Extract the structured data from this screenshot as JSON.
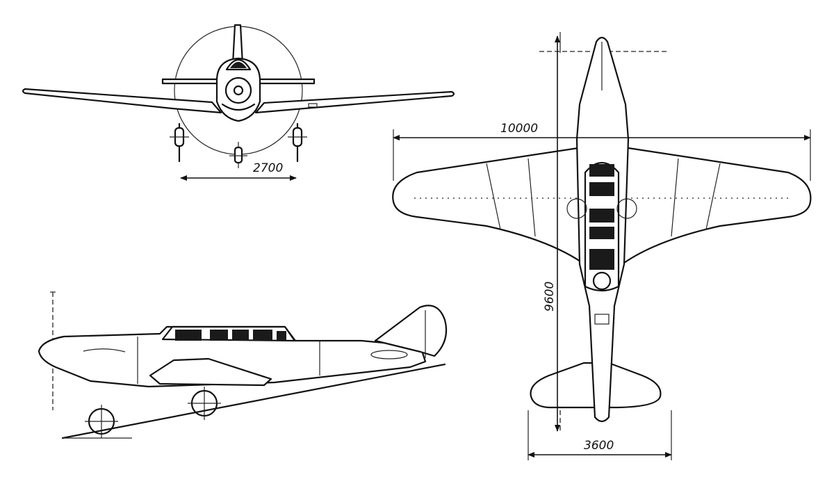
{
  "dimensions": {
    "track": "2700",
    "wingspan": "10000",
    "length": "9600",
    "tailspan": "3600"
  },
  "views": [
    "front-view",
    "side-view",
    "top-view"
  ]
}
